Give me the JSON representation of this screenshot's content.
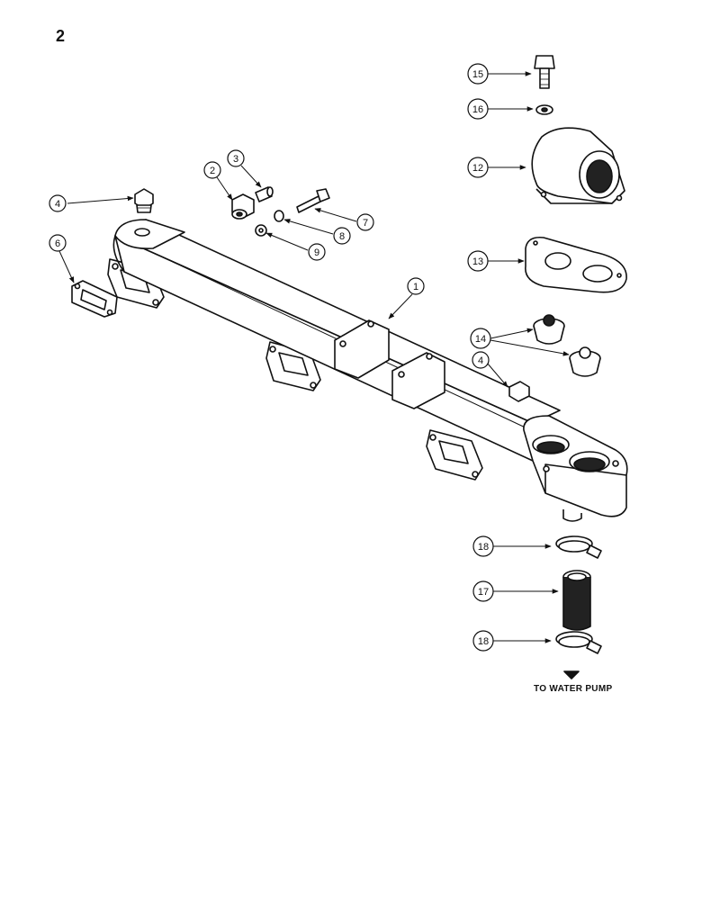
{
  "page": {
    "number": "2"
  },
  "callouts": {
    "c1": "1",
    "c2": "2",
    "c3": "3",
    "c4a": "4",
    "c4b": "4",
    "c6": "6",
    "c7": "7",
    "c8": "8",
    "c9": "9",
    "c12": "12",
    "c13": "13",
    "c14": "14",
    "c15": "15",
    "c16": "16",
    "c17": "17",
    "c18a": "18",
    "c18b": "18"
  },
  "footer": {
    "label": "TO WATER PUMP"
  }
}
